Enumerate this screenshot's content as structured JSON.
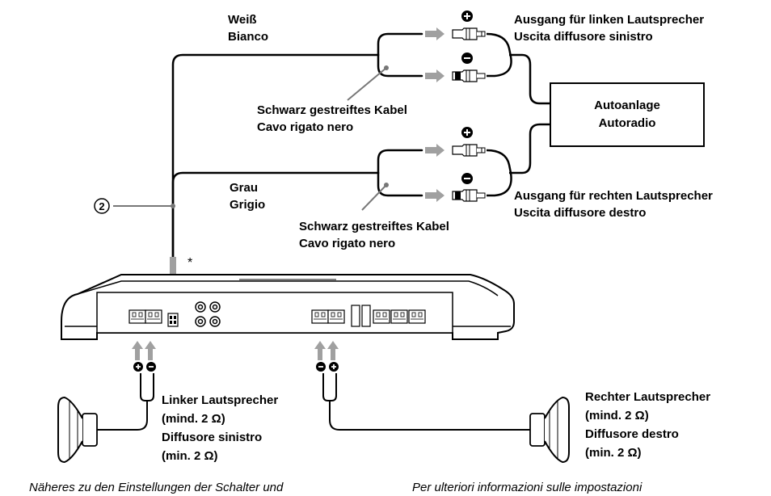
{
  "wires": {
    "white": [
      "Weiß",
      "Bianco"
    ],
    "gray": [
      "Grau",
      "Grigio"
    ]
  },
  "stripe_top": [
    "Schwarz gestreiftes Kabel",
    "Cavo rigato nero"
  ],
  "stripe_bottom": [
    "Schwarz gestreiftes Kabel",
    "Cavo rigato nero"
  ],
  "output_left": [
    "Ausgang für linken Lautsprecher",
    "Uscita diffusore sinistro"
  ],
  "output_right": [
    "Ausgang für rechten Lautsprecher",
    "Uscita diffusore destro"
  ],
  "car_audio": [
    "Autoanlage",
    "Autoradio"
  ],
  "callout_number": "2",
  "asterisk": "*",
  "speaker_left": {
    "de_name": "Linker Lautsprecher",
    "de_min": "(mind. 2 Ω)",
    "it_name": "Diffusore sinistro",
    "it_min": "(min. 2 Ω)"
  },
  "speaker_right": {
    "de_name": "Rechter Lautsprecher",
    "de_min": "(mind. 2 Ω)",
    "it_name": "Diffusore destro",
    "it_min": "(min. 2 Ω)"
  },
  "footnote_left": "Näheres zu den Einstellungen der Schalter und",
  "footnote_right": "Per ulteriori informazioni sulle impostazioni",
  "colors": {
    "line": "#000000",
    "arrow_fill": "#a0a0a0",
    "amp_fill": "#ffffff"
  }
}
